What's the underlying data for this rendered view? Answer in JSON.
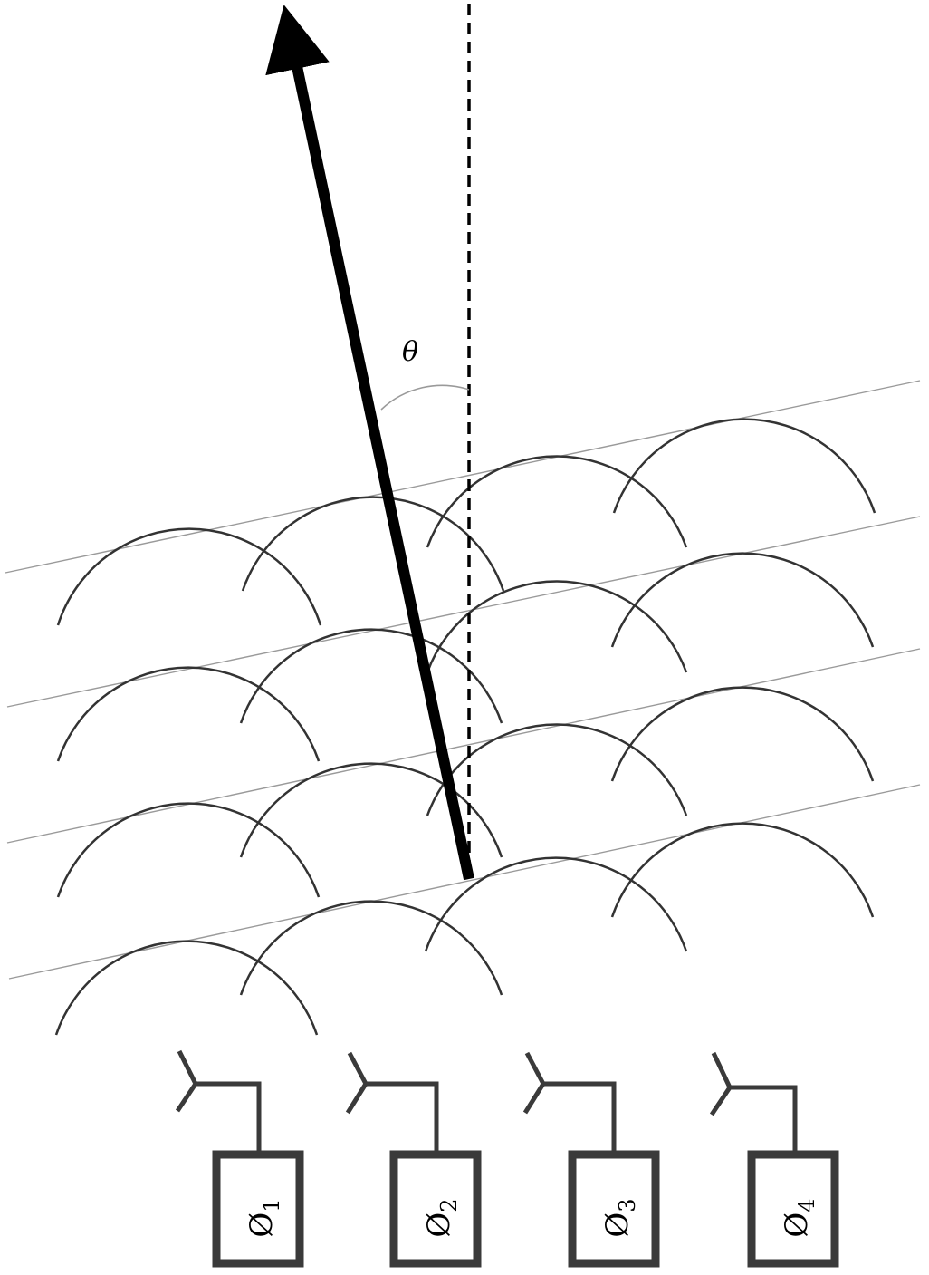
{
  "diagram": {
    "angle_label": "θ",
    "phase_shifters": [
      {
        "symbol": "Ø",
        "index": "1"
      },
      {
        "symbol": "Ø",
        "index": "2"
      },
      {
        "symbol": "Ø",
        "index": "3"
      },
      {
        "symbol": "Ø",
        "index": "4"
      }
    ],
    "colors": {
      "beam": "#000000",
      "wavefront": "#333333",
      "phase_front": "#9a9a9a",
      "box": "#3a3a3a"
    }
  }
}
